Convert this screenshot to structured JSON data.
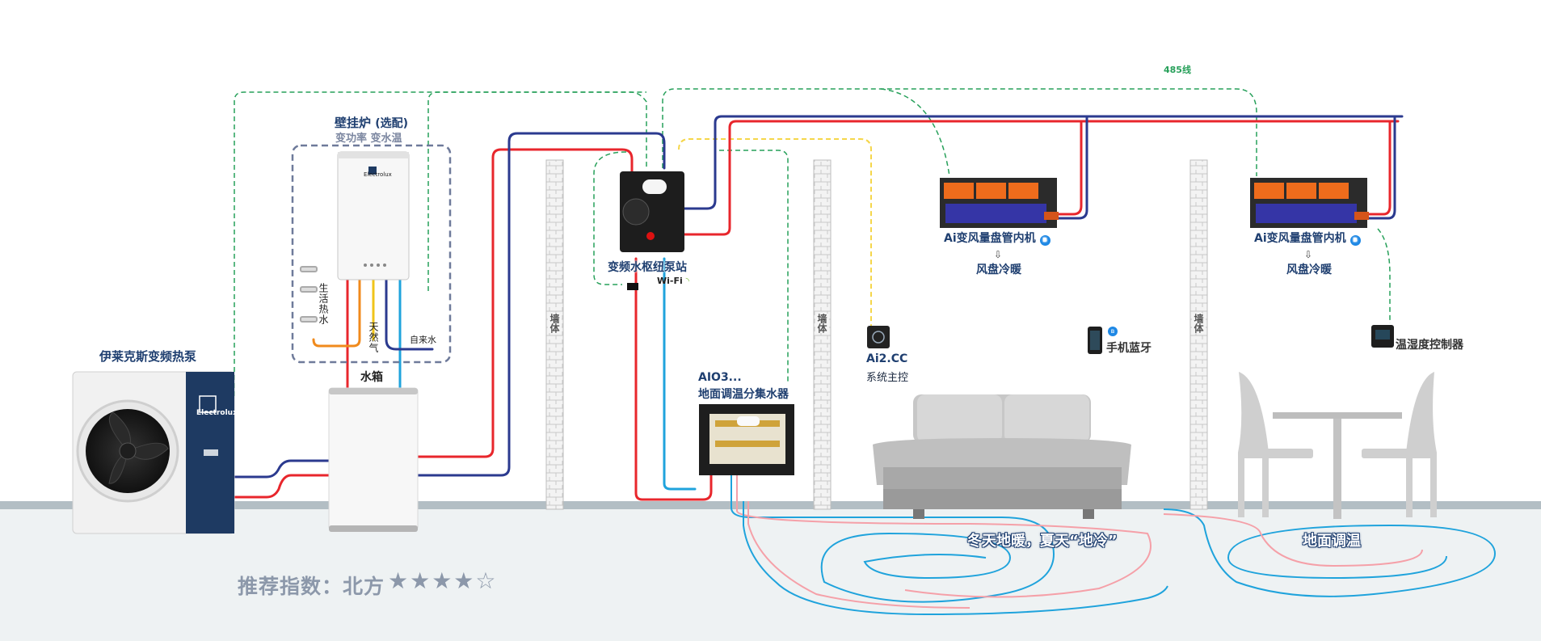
{
  "labels": {
    "heat_pump": "伊莱克斯变频热泵",
    "boiler_title": "壁挂炉",
    "boiler_optional": "(选配)",
    "boiler_sub": "变功率  变水温",
    "boiler_brand": "Electrolux",
    "heat_pump_brand": "Electrolux",
    "domestic_hot_water": "生活热水",
    "natural_gas": "天然气",
    "tap_water": "自来水",
    "water_tank": "水箱",
    "pump_station": "变频水枢纽泵站",
    "wifi": "Wi-Fi",
    "manifold_model": "AIO3...",
    "manifold": "地面调温分集水器",
    "fan_coil_1": "Ai变风量盘管内机",
    "fan_coil_2": "Ai变风量盘管内机",
    "fan_coil_mode_1": "风盘冷暖",
    "fan_coil_mode_2": "风盘冷暖",
    "main_control_model": "Ai2.CC",
    "main_control": "系统主控",
    "phone_bluetooth": "手机蓝牙",
    "thermo_controller": "温湿度控制器",
    "floor_slogan": "冬天地暖，夏天“地冷”",
    "floor_temp": "地面调温",
    "rs485": "485线",
    "wall_1": "墙体",
    "wall_2": "墙体",
    "wall_3": "墙体",
    "recommend": "推荐指数：北方",
    "stars_text": "★★★★☆"
  },
  "rating": {
    "filled": 4,
    "total": 5
  },
  "colors": {
    "hot_pipe": "#e8262c",
    "cold_pipe": "#2b3a8f",
    "chilled_pipe": "#1fa3dc",
    "gas_pipe": "#f0c419",
    "dhw_pipe": "#f08a1c",
    "comm_line": "#27a05a",
    "control_line": "#f5d64a",
    "floor_cold": "#1fa3dc",
    "floor_warm": "#f5a0a8",
    "ground": "#b3bec4",
    "title_navy": "#1f3f70"
  },
  "icons": [
    "bluetooth-icon",
    "wifi-icon",
    "snowflake-down-arrow-icon",
    "electrolux-logo-icon"
  ]
}
